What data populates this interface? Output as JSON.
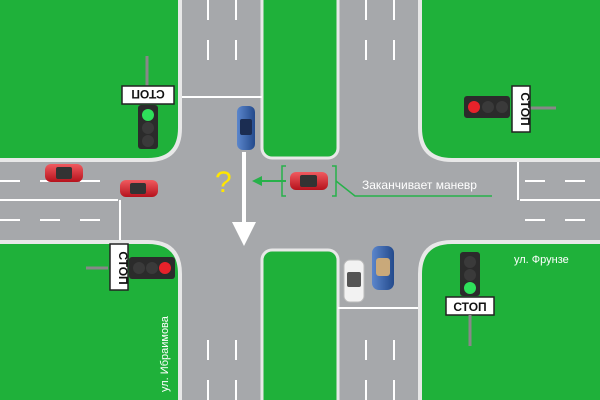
{
  "scene": {
    "question_mark": "?",
    "annotation": "Заканчивает маневр",
    "street_horizontal": "ул. Фрунзе",
    "street_vertical": "ул. Ибраимова",
    "stop_signs": [
      "СТОП",
      "СТОП",
      "СТОП",
      "СТОП"
    ]
  },
  "colors": {
    "grass": "#1fb13a",
    "road": "#a6a8ab",
    "curb": "#e8e8e8",
    "marking": "#ffffff",
    "annotation_line": "#27b14a",
    "question": "#ffe600",
    "car_red": "#d9232d",
    "car_blue": "#2f5fa8",
    "car_white": "#f2f2f2"
  },
  "icons": {
    "traffic_lights": [
      "traffic-light-green",
      "traffic-light-red",
      "traffic-light-red",
      "traffic-light-green"
    ],
    "arrows": [
      "straight-arrow",
      "left-arrow"
    ]
  }
}
